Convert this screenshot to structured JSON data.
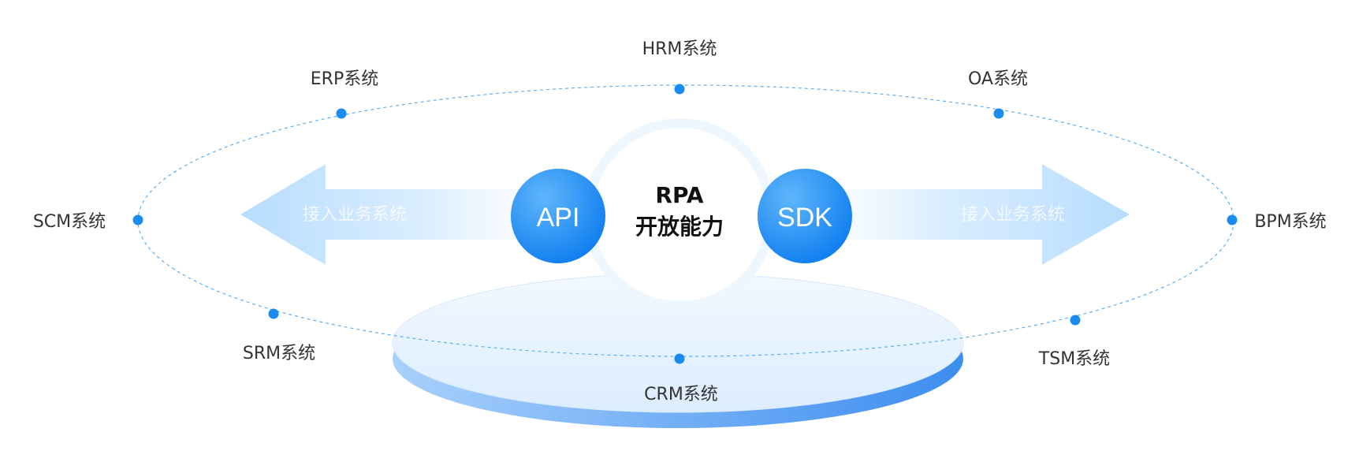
{
  "center": {
    "line1": "RPA",
    "line2": "开放能力"
  },
  "left_ball": "API",
  "right_ball": "SDK",
  "arrows": {
    "left_label": "接入业务系统",
    "right_label": "接入业务系统"
  },
  "systems": {
    "hrm": "HRM系统",
    "erp": "ERP系统",
    "oa": "OA系统",
    "scm": "SCM系统",
    "bpm": "BPM系统",
    "srm": "SRM系统",
    "tsm": "TSM系统",
    "crm": "CRM系统"
  },
  "colors": {
    "accent": "#1a8cf0",
    "orbit": "#5ab0f5",
    "ball_top": "#4aa8f8",
    "ball_bottom": "#0f7ef0",
    "arrow": "#bfe2ff",
    "platform": "#5aa2f5"
  }
}
